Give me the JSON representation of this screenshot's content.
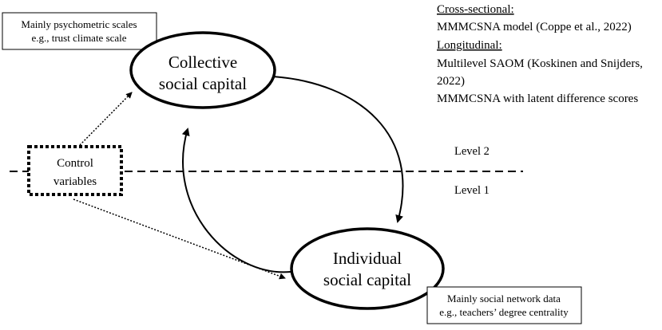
{
  "diagram": {
    "nodes": {
      "collective": {
        "line1": "Collective",
        "line2": "social capital"
      },
      "individual": {
        "line1": "Individual",
        "line2": "social capital"
      },
      "control": {
        "line1": "Control",
        "line2": "variables"
      }
    },
    "notes": {
      "psychometric": {
        "line1": "Mainly psychometric scales",
        "line2": "e.g., trust climate scale"
      },
      "network": {
        "line1": "Mainly social network data",
        "line2": "e.g., teachers’ degree centrality"
      }
    },
    "levels": {
      "upper": "Level 2",
      "lower": "Level 1"
    },
    "methods": {
      "cross_heading": "Cross-sectional:",
      "cross_item": "MMMCSNA model (Coppe et al., 2022)",
      "long_heading": "Longitudinal:",
      "long_item1_line1": "Multilevel SAOM (Koskinen and Snijders,",
      "long_item1_line2": "2022)",
      "long_item2": "MMMCSNA with latent difference scores"
    },
    "colors": {
      "ink": "#000000",
      "background": "#ffffff"
    }
  }
}
